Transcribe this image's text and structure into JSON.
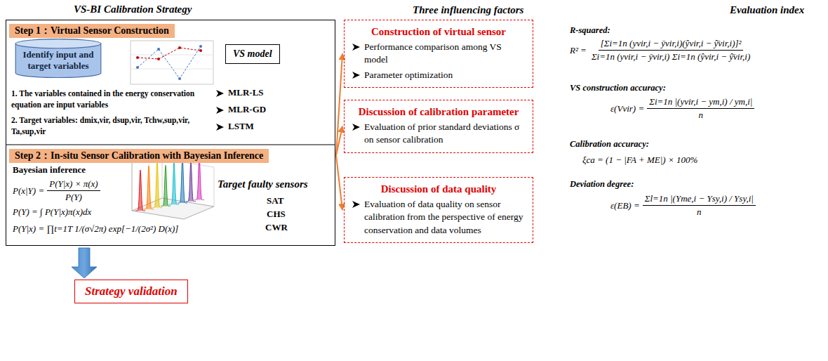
{
  "diagram": {
    "nodes": [
      {
        "text": [
          "VS-BI Calibration Strategy"
        ]
      },
      {
        "text": [
          "Step 1：Virtual Sensor Construction"
        ],
        "in": 0
      },
      {
        "text": [
          "Identify input and target variables"
        ],
        "in": 0
      },
      {
        "text": [
          "VS model"
        ],
        "in": 0
      },
      {
        "text": [
          "Step 2：In-situ Sensor Calibration with Bayesian Inference"
        ],
        "in": 0
      },
      {
        "text": [
          "Strategy validation"
        ]
      },
      {
        "text": [
          "Construction of virtual sensor",
          "Performance comparison among VS model",
          "Parameter optimization"
        ]
      },
      {
        "text": [
          "Discussion of calibration parameter",
          "Evaluation of prior standard deviations σ on sensor calibration"
        ]
      },
      {
        "text": [
          "Discussion of data quality",
          "Evaluation of data quality on sensor calibration from the perspective of energy conservation and data volumes"
        ]
      }
    ],
    "edges": [
      {
        "from": 0,
        "to": 6,
        "arrow": "to"
      },
      {
        "from": 0,
        "to": 7,
        "arrow": "to"
      },
      {
        "from": 0,
        "to": 8,
        "arrow": "to"
      },
      {
        "from": 0,
        "to": 5,
        "arrow": "to"
      }
    ],
    "labels": [
      "Three influencing factors",
      "Evaluation index",
      "1. The variables contained in the energy conservation equation are input variables",
      "2. Target variables: dmix,vir, dsup,vir, Tchw,sup,vir, Ta,sup,vir",
      "MLR-LS",
      "MLR-GD",
      "LSTM",
      "Bayesian inference",
      "P(x|Y) =",
      "P(Y|x) × π(x)",
      "P(Y)",
      "P(Y) = ∫ P(Y|x)π(x)dx",
      "P(Y|x) = ∏t=1T 1/(σ√2π) exp[−1/(2σ²) D(x)]",
      "Target faulty sensors",
      "SAT",
      "CHS",
      "CWR",
      "R-squared:",
      "R² =",
      "[Σi=1n (yvir,i − ȳvir,i)(ŷvir,i − ŷ̄vir,i)]²",
      "Σi=1n (yvir,i − ȳvir,i) Σi=1n (ŷvir,i − ŷ̄vir,i)",
      "VS construction accuracy:",
      "ε(Vvir) =",
      "Σi=1n |(yvir,i − ym,i) / ym,i|",
      "n",
      "Calibration accuracy:",
      "ξca = (1 − |FA + ME|) × 100%",
      "Deviation degree:",
      "ε(EB) =",
      "Σl=1n |(Yme,i − Ysy,i) / Ysy,i|",
      "n"
    ]
  }
}
